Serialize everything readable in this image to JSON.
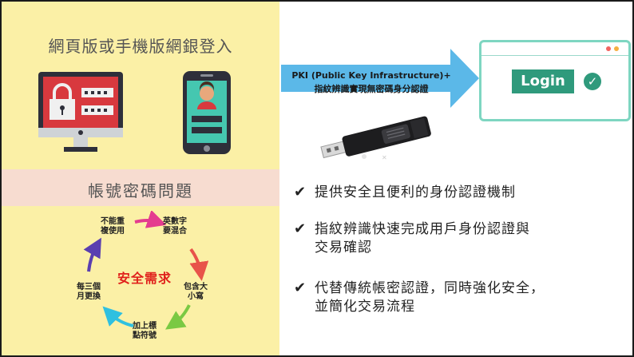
{
  "left_panel": {
    "title": "網頁版或手機版網銀登入",
    "issue_label": "帳號密碼問題",
    "cycle": {
      "center": "安全需求",
      "steps": [
        {
          "line1": "不能重",
          "line2": "複使用"
        },
        {
          "line1": "英數字",
          "line2": "要混合"
        },
        {
          "line1": "包含大",
          "line2": "小寫"
        },
        {
          "line1": "加上標",
          "line2": "點符號"
        },
        {
          "line1": "每三個",
          "line2": "月更換"
        }
      ]
    }
  },
  "arrow": {
    "line1": "PKI (Public Key Infrastructure)+",
    "line2": "指紋辨識實現無密碼身分認證"
  },
  "browser": {
    "login_label": "Login",
    "check_glyph": "✓"
  },
  "bullets": [
    {
      "mark": "✔",
      "line1": "提供安全且便利的身份認證機制",
      "line2": ""
    },
    {
      "mark": "✔",
      "line1": "指紋辨識快速完成用戶身份認證與",
      "line2": "交易確認"
    },
    {
      "mark": "✔",
      "line1": "代替傳統帳密認證，同時強化安全，",
      "line2": "並簡化交易流程"
    }
  ],
  "colors": {
    "left_bg": "#fbf0a6",
    "band_bg": "#f7dcd0",
    "arrow_fill": "#5bb8e8",
    "login_green": "#2f9a7c",
    "cycle_pink": "#e43c8f",
    "cycle_red": "#e8534a",
    "cycle_green": "#7ac943",
    "cycle_cyan": "#2fc0e0",
    "cycle_purple": "#5a3fb0",
    "center_red": "#e0201b"
  },
  "icons": {
    "monitor": "monitor-lock-icon",
    "phone": "phone-user-icon",
    "usb": "fingerprint-usb-key-icon"
  }
}
